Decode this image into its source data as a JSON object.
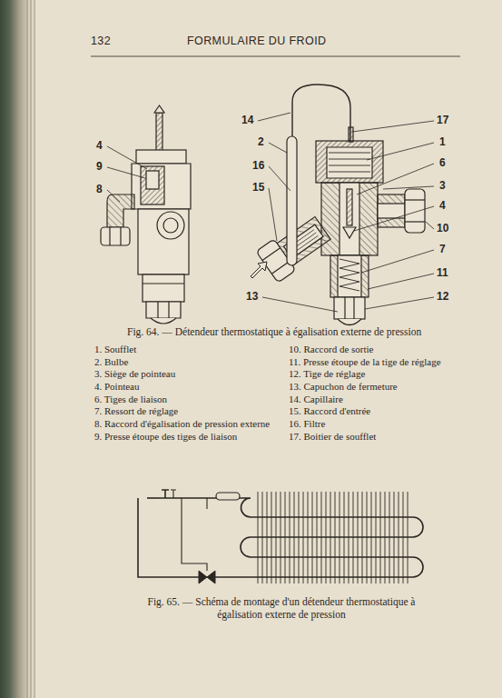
{
  "diagram": {
    "caption": "Fig. 64. — Détendeur thermostatique à égalisation externe de pression",
    "labels": [
      "132",
      "FORMULAIRE DU FROID",
      "4",
      "9",
      "8",
      "14",
      "2",
      "16",
      "15",
      "13",
      "17",
      "1",
      "6",
      "3",
      "4",
      "10",
      "7",
      "11",
      "12",
      "1. Soufflet",
      "2. Bulbe",
      "3. Siège de pointeau",
      "4. Pointeau",
      "6. Tiges de liaison",
      "7. Ressort de réglage",
      "8. Raccord d'égalisation de pression externe",
      "9. Presse étoupe des tiges de liaison",
      "10. Raccord de sortie",
      "11. Presse étoupe de la tige de réglage",
      "12. Tige de réglage",
      "13. Capuchon de fermeture",
      "14. Capillaire",
      "15. Raccord d'entrée",
      "16. Filtre",
      "17. Boitier de soufflet",
      "Fig. 65. — Schéma de montage d'un détendeur thermostatique à égalisation externe de pression"
    ]
  }
}
